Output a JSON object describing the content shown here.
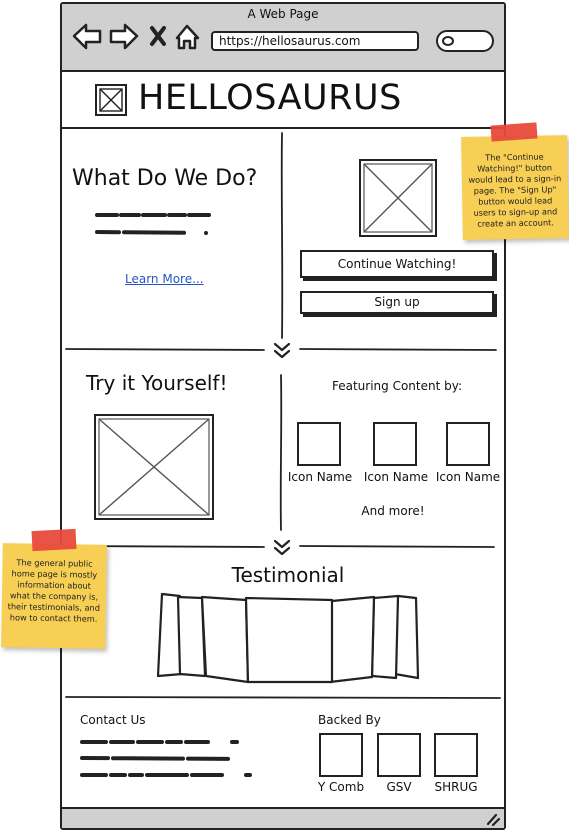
{
  "window": {
    "title": "A Web Page",
    "url": "https://hellosaurus.com"
  },
  "header": {
    "brand": "HELLOSAURUS",
    "logo_icon": "image-placeholder-icon"
  },
  "hero": {
    "title": "What Do We Do?",
    "learn_more": "Learn More...",
    "continue_label": "Continue Watching!",
    "signup_label": "Sign up"
  },
  "try_section": {
    "title": "Try it Yourself!",
    "featuring": "Featuring Content by:",
    "icons": [
      {
        "label": "Icon Name"
      },
      {
        "label": "Icon Name"
      },
      {
        "label": "Icon Name"
      }
    ],
    "and_more": "And more!"
  },
  "testimonial": {
    "title": "Testimonial"
  },
  "footer": {
    "contact_title": "Contact Us",
    "backed_title": "Backed By",
    "backers": [
      {
        "label": "Y Comb"
      },
      {
        "label": "GSV"
      },
      {
        "label": "SHRUG"
      }
    ]
  },
  "notes": {
    "right": "The \"Continue Watching!\" button would lead to a sign-in page. The \"Sign Up\" button would lead users to sign-up and create an account.",
    "left": "The general public home page is mostly information about what the company is, their testimonials, and how to contact them."
  },
  "colors": {
    "chrome": "#d0d0d0",
    "link": "#2456c8",
    "note": "#f7cf55",
    "tape": "#e84a3c"
  }
}
